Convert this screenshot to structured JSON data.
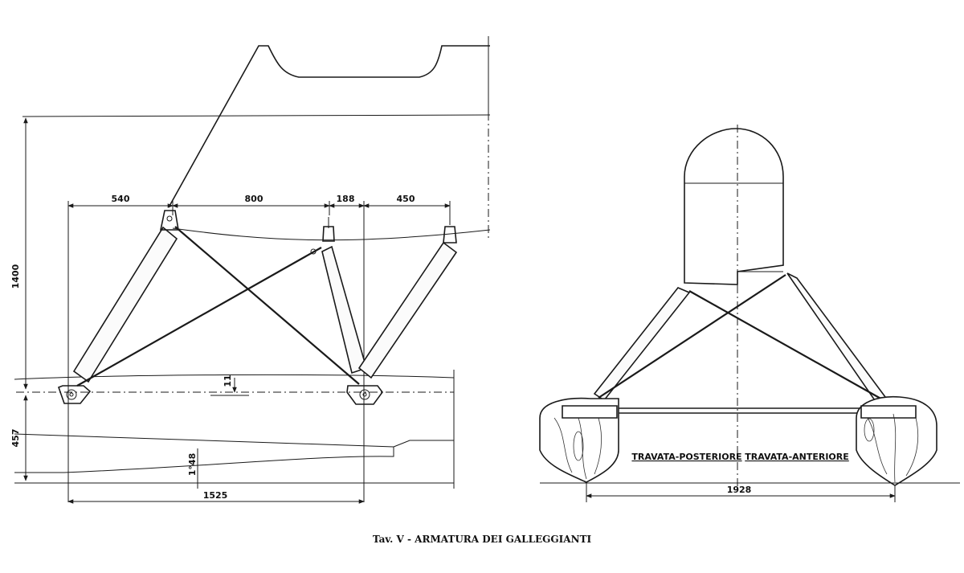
{
  "side_view": {
    "dims": {
      "d540": "540",
      "d800": "800",
      "d188": "188",
      "d450": "450",
      "d1400": "1400",
      "d11": "11",
      "d457": "457",
      "d148": "1°48",
      "d1525": "1525"
    }
  },
  "front_view": {
    "labels": {
      "rear_truss": "TRAVATA-POSTERIORE",
      "front_truss": "TRAVATA-ANTERIORE"
    },
    "dims": {
      "d1928": "1928"
    }
  },
  "caption": "Tav. V - ARMATURA DEI GALLEGGIANTI"
}
